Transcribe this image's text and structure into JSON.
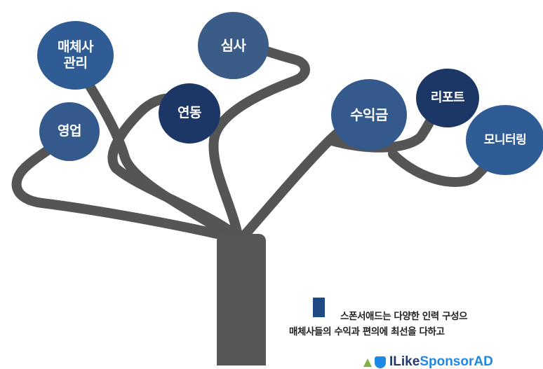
{
  "nodes": {
    "media_mgmt": "매체사\n관리",
    "sales": "영업",
    "integration": "연동",
    "review": "심사",
    "revenue": "수익금",
    "report": "리포트",
    "monitoring": "모니터링"
  },
  "caption": {
    "line1": "스폰서애드는 다양한 인력 구성으",
    "line2": "매체사들의 수익과 편의에 최선을 다하고"
  },
  "brand": {
    "name": "ILikeSponsorAD",
    "name_dark": "ILike",
    "name_light": "SponsorAD"
  },
  "colors": {
    "branch": "#555555",
    "trunk": "#575757",
    "node_mid": "#2f5c95",
    "node_dark": "#1c3766",
    "node_light": "#34598d",
    "node_slate": "#3a5c87",
    "brand_dark": "#23386b",
    "brand_light": "#1e88e5"
  }
}
